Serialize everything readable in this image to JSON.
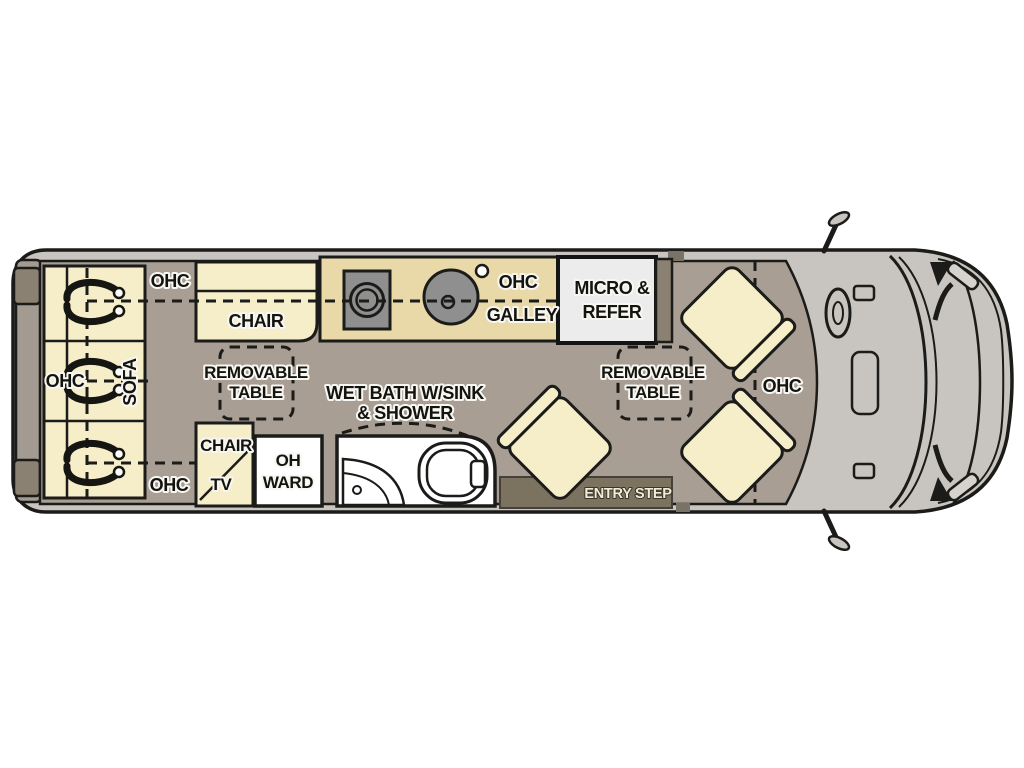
{
  "floorplan": {
    "subject": "camper-van-floor-plan-top-view",
    "labels": {
      "ohc": "OHC",
      "sofa": "SOFA",
      "chair": "CHAIR",
      "tv": "TV",
      "galley": "GALLEY",
      "micro_line1": "MICRO &",
      "micro_line2": "REFER",
      "removable_line1": "REMOVABLE",
      "removable_line2": "TABLE",
      "wetbath_line1": "WET BATH W/SINK",
      "wetbath_line2": "& SHOWER",
      "ohward_line1": "OH",
      "ohward_line2": "WARD",
      "entry_step": "ENTRY STEP"
    },
    "colors": {
      "body": "#c8c5c0",
      "floor": "#a89e93",
      "seat_cream": "#f6edc9",
      "counter": "#ead9a8",
      "appliance_gray": "#8f8f8f",
      "micro_white": "#ececec",
      "bath_white": "#ffffff",
      "entry_step": "#7c7260",
      "rear_door": "#a39a91",
      "pillar_dark": "#8a8173"
    }
  }
}
